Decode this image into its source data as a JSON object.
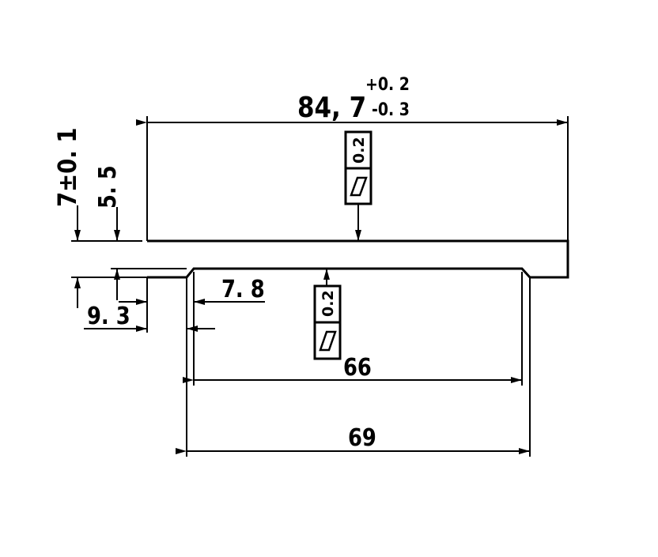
{
  "dimensions": {
    "total_width": {
      "base": "84, 7",
      "upper_tolerance": "+0. 2",
      "lower_tolerance": "-0. 3"
    },
    "total_height": "7±0. 1",
    "step_height": "5. 5",
    "inner_offset": "7. 8",
    "outer_offset": "9. 3",
    "inner_width": "66",
    "outer_width": "69"
  },
  "tolerances": {
    "top_flatness": {
      "symbol": "flatness",
      "value": "0.2"
    },
    "bottom_flatness": {
      "symbol": "flatness",
      "value": "0.2"
    }
  },
  "colors": {
    "ink": "#000000",
    "background": "#ffffff"
  }
}
